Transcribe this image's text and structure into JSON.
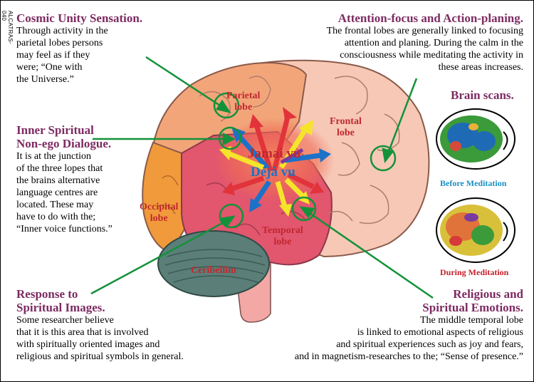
{
  "side_label": "ALCATRAS-040",
  "cosmic": {
    "title": "Cosmic Unity Sensation.",
    "lines": [
      "Through activity in the",
      "parietal lobes persons",
      "may feel as if they",
      "were; “One with",
      "the Universe.”"
    ]
  },
  "attention": {
    "title": "Attention-focus and Action-planing.",
    "lines": [
      "The frontal lobes are generally linked to focusing",
      "attention and planing. During the calm in the",
      "consciousness while meditating the activity in",
      "these areas increases."
    ]
  },
  "inner": {
    "title_lines": [
      "Inner Spiritual",
      "Non-ego Dialogue."
    ],
    "lines": [
      "It is at the junction",
      "of the three lopes that",
      "the brains alternative",
      "language centres are",
      "located. These may",
      "have to do with the;",
      "“Inner voice functions.”"
    ]
  },
  "response": {
    "title_lines": [
      "Response to",
      "Spiritual Images."
    ],
    "lines": [
      "Some researcher believe",
      "that it is this area that is involved",
      "with spiritually oriented images and",
      "religious and spiritual symbols in general."
    ]
  },
  "religious": {
    "title_lines": [
      "Religious and",
      "Spiritual Emotions."
    ],
    "lines": [
      "The middle temporal lobe",
      "is linked to emotional aspects of religious",
      "and spiritual experiences such as joy and fears,",
      "and in magnetism-researches to the; “Sense of presence.”"
    ]
  },
  "scans": {
    "title": "Brain scans.",
    "before": "Before Meditation",
    "during": "During Meditation"
  },
  "lobes": {
    "parietal": [
      "Parietal",
      "lobe"
    ],
    "frontal": [
      "Frontal",
      "lobe"
    ],
    "occipital": [
      "Occipital",
      "lobe"
    ],
    "temporal": [
      "Temporal",
      "lobe"
    ],
    "cerebellum": "Ceribellim"
  },
  "center": {
    "jamais": "Jamai vu",
    "deja": "Déjà vu"
  },
  "colors": {
    "heading": "#7d2b62",
    "pointer": "#13923a",
    "before": "#1b8fc4",
    "during": "#c8202a",
    "frontal": "#f7c8b6",
    "parietal": "#f3a57a",
    "occipital": "#f09a3c",
    "temporal": "#e2566e",
    "cerebellum": "#5b7f78",
    "lobe_label": "#c0282f"
  }
}
